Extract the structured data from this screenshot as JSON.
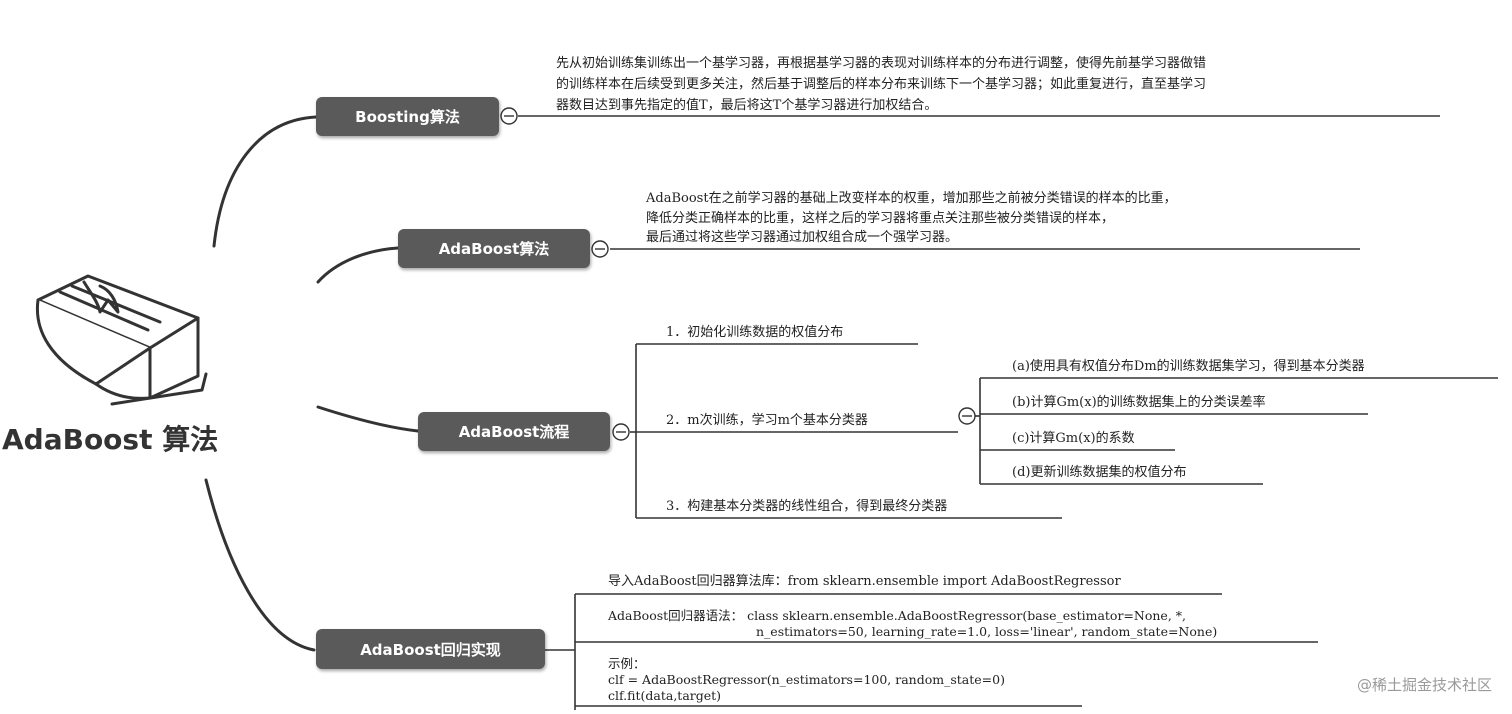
{
  "root": {
    "title": "AdaBoost 算法",
    "icon": "book-icon"
  },
  "branches": {
    "boosting": {
      "label": "Boosting算法",
      "lines": [
        "先从初始训练集训练出一个基学习器，再根据基学习器的表现对训练样本的分布进行调整，使得先前基学习器做错",
        "的训练样本在后续受到更多关注，然后基于调整后的样本分布来训练下一个基学习器；如此重复进行，直至基学习",
        "器数目达到事先指定的值T，最后将这T个基学习器进行加权结合。"
      ]
    },
    "adaboost": {
      "label": "AdaBoost算法",
      "lines": [
        "AdaBoost在之前学习器的基础上改变样本的权重，增加那些之前被分类错误的样本的比重，",
        "降低分类正确样本的比重，这样之后的学习器将重点关注那些被分类错误的样本，",
        "最后通过将这些学习器通过加权组合成一个强学习器。"
      ]
    },
    "flow": {
      "label": "AdaBoost流程",
      "step1": "1．初始化训练数据的权值分布",
      "step2": "2．m次训练，学习m个基本分类器",
      "substeps": [
        "(a)使用具有权值分布Dm的训练数据集学习，得到基本分类器",
        "(b)计算Gm(x)的训练数据集上的分类误差率",
        "(c)计算Gm(x)的系数",
        "(d)更新训练数据集的权值分布"
      ],
      "step3": "3．构建基本分类器的线性组合，得到最终分类器"
    },
    "regression": {
      "label": "AdaBoost回归实现",
      "import": "导入AdaBoost回归器算法库：from sklearn.ensemble import AdaBoostRegressor",
      "syntax_line1": "AdaBoost回归器语法：  class sklearn.ensemble.AdaBoostRegressor(base_estimator=None, *,",
      "syntax_line2": "n_estimators=50, learning_rate=1.0, loss='linear', random_state=None)",
      "example_title": "示例：",
      "example_line1": "clf = AdaBoostRegressor(n_estimators=100, random_state=0)",
      "example_line2": "clf.fit(data,target)"
    }
  },
  "watermark": "@稀土掘金技术社区",
  "colors": {
    "node_bg": "#5a5a5a",
    "line": "#333333"
  }
}
